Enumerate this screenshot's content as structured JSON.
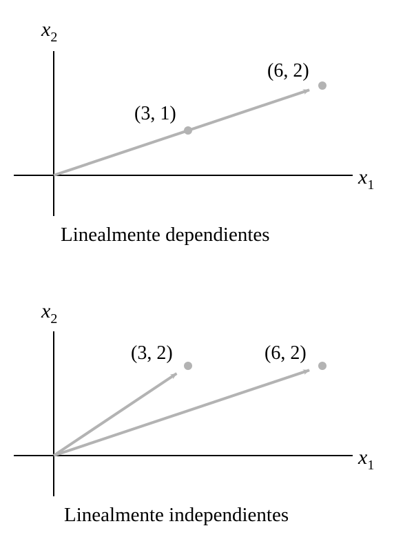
{
  "colors": {
    "axis": "#000000",
    "vector": "#b3b3b3",
    "background": "#ffffff"
  },
  "diagrams": [
    {
      "caption": "Linealmente dependientes",
      "x_axis_label": {
        "base": "x",
        "sub": "1"
      },
      "y_axis_label": {
        "base": "x",
        "sub": "2"
      },
      "vectors": [
        {
          "label": "(3, 1)",
          "x": 3,
          "y": 1,
          "arrow": false
        },
        {
          "label": "(6, 2)",
          "x": 6,
          "y": 2,
          "arrow": true
        }
      ]
    },
    {
      "caption": "Linealmente independientes",
      "x_axis_label": {
        "base": "x",
        "sub": "1"
      },
      "y_axis_label": {
        "base": "x",
        "sub": "2"
      },
      "vectors": [
        {
          "label": "(3, 2)",
          "x": 3,
          "y": 2,
          "arrow": true
        },
        {
          "label": "(6, 2)",
          "x": 6,
          "y": 2,
          "arrow": true
        }
      ]
    }
  ]
}
